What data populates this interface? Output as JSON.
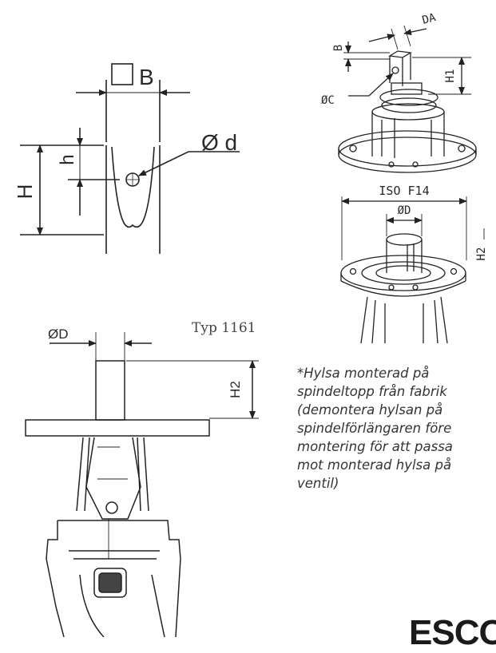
{
  "labels": {
    "B_top": "B",
    "d_top": "Ø d",
    "H_top": "H",
    "h_top": "h",
    "DA": "DA",
    "B_right": "B",
    "H1": "H1",
    "OC": "ØC",
    "iso": "ISO F14",
    "OD_right": "ØD",
    "H2_right": "H2",
    "OD_left": "ØD",
    "H2_left": "H2"
  },
  "type_label": "Typ 1161",
  "note_lines": [
    "*Hylsa monterad på",
    "spindeltopp från fabrik",
    "(demontera hylsan på",
    "spindelförlängaren före",
    "montering för att passa",
    "mot monterad hylsa på",
    "ventil)"
  ],
  "brand": "ESCO"
}
